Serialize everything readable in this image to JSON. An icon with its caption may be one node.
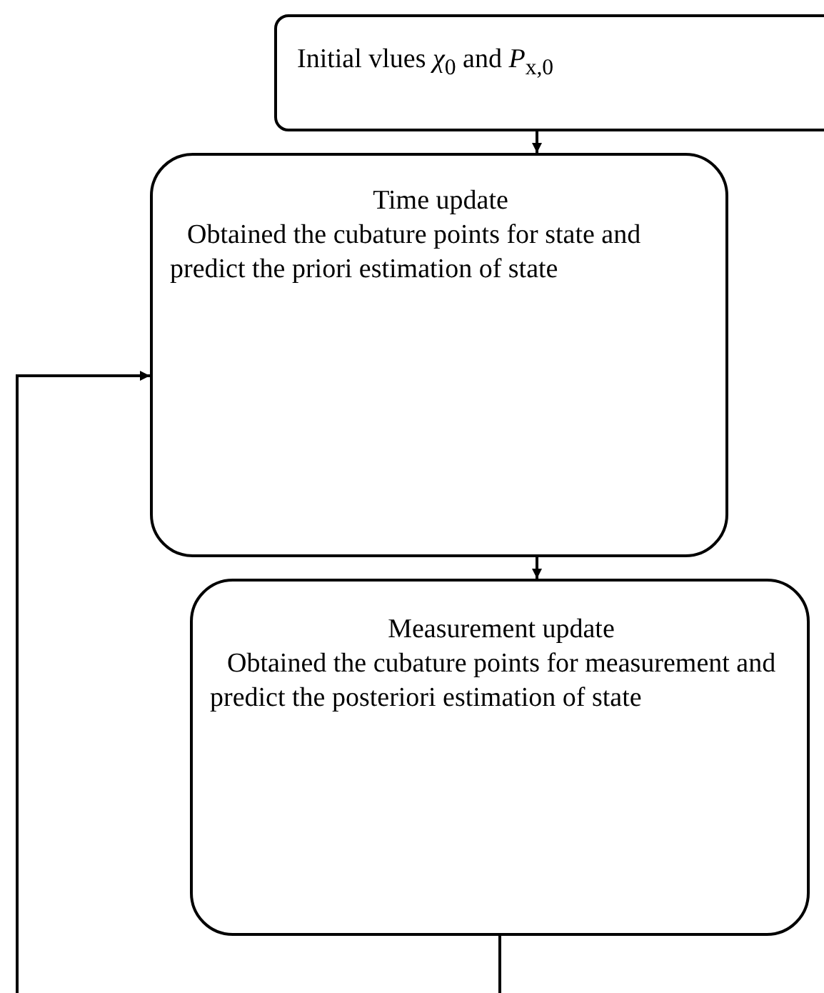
{
  "diagram": {
    "nodes": [
      {
        "text": [
          "Initial vlues *χ*$_{0}$ and *P*$_{x,0}$"
        ]
      },
      {
        "text": [
          "Time update",
          "Obtained the cubature points for state and predict the priori estimation of state"
        ]
      },
      {
        "text": [
          "Measurement update",
          "Obtained the cubature points for measurement and predict the posteriori estimation of state"
        ]
      }
    ],
    "edges": [
      {
        "from": 0,
        "to": 1,
        "arrow": "to"
      },
      {
        "from": 1,
        "to": 2,
        "arrow": "to"
      },
      {
        "from": 2,
        "to": null,
        "arrow": "none"
      },
      {
        "from": null,
        "to": 1,
        "arrow": "to"
      }
    ]
  }
}
